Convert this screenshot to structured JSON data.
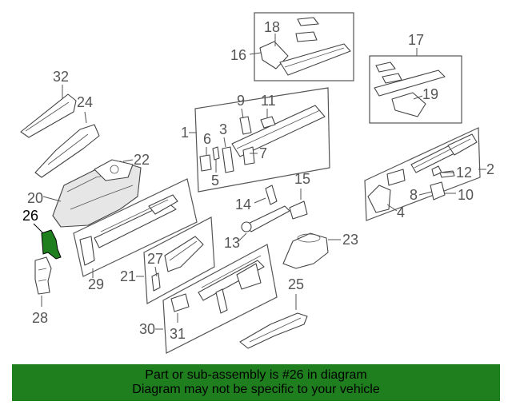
{
  "diagram": {
    "highlight_label": "26",
    "labels": {
      "l1": "1",
      "l2": "2",
      "l3": "3",
      "l4a": "4",
      "l4b": "4",
      "l5": "5",
      "l6": "6",
      "l7": "7",
      "l8": "8",
      "l9": "9",
      "l10": "10",
      "l11": "11",
      "l12": "12",
      "l13": "13",
      "l14": "14",
      "l15": "15",
      "l16": "16",
      "l17": "17",
      "l18": "18",
      "l19": "19",
      "l20": "20",
      "l21": "21",
      "l22": "22",
      "l23": "23",
      "l24": "24",
      "l25": "25",
      "l27": "27",
      "l28": "28",
      "l29": "29",
      "l30": "30",
      "l31": "31",
      "l32": "32"
    },
    "highlight_color": "#1f7f1f"
  },
  "banner": {
    "line1": "Part or sub-assembly is #26 in diagram",
    "line2": "Diagram may not be specific to your vehicle",
    "background": "#1f7f1f"
  }
}
